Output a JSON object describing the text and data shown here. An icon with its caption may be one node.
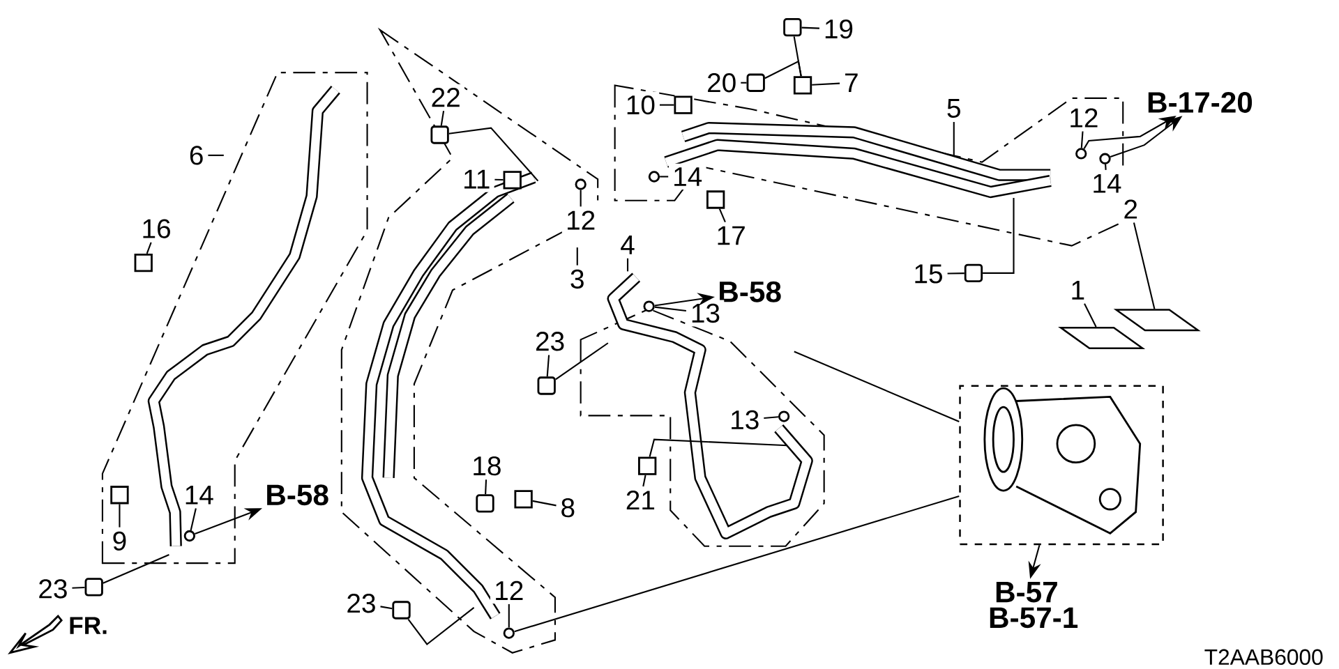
{
  "diagram": {
    "nodes": [
      {
        "text": [
          "6"
        ]
      },
      {
        "text": [
          "16"
        ]
      },
      {
        "text": [
          "22"
        ]
      },
      {
        "text": [
          "11"
        ]
      },
      {
        "text": [
          "12"
        ]
      },
      {
        "text": [
          "3"
        ]
      },
      {
        "text": [
          "10"
        ]
      },
      {
        "text": [
          "14"
        ]
      },
      {
        "text": [
          "20"
        ]
      },
      {
        "text": [
          "19"
        ]
      },
      {
        "text": [
          "7"
        ]
      },
      {
        "text": [
          "5"
        ]
      },
      {
        "text": [
          "17"
        ]
      },
      {
        "text": [
          "12"
        ]
      },
      {
        "text": [
          "14"
        ]
      },
      {
        "text": [
          "15"
        ]
      },
      {
        "text": [
          "B-17-20"
        ]
      },
      {
        "text": [
          "4"
        ]
      },
      {
        "text": [
          "B-58"
        ]
      },
      {
        "text": [
          "23"
        ]
      },
      {
        "text": [
          "13"
        ]
      },
      {
        "text": [
          "13"
        ]
      },
      {
        "text": [
          "21"
        ]
      },
      {
        "text": [
          "18"
        ]
      },
      {
        "text": [
          "8"
        ]
      },
      {
        "text": [
          "14"
        ]
      },
      {
        "text": [
          "B-58"
        ]
      },
      {
        "text": [
          "9"
        ]
      },
      {
        "text": [
          "23"
        ]
      },
      {
        "text": [
          "23"
        ]
      },
      {
        "text": [
          "12"
        ]
      },
      {
        "text": [
          "2"
        ]
      },
      {
        "text": [
          "1"
        ]
      },
      {
        "text": [
          "B-57"
        ]
      },
      {
        "text": [
          "B-57-1"
        ]
      },
      {
        "text": [],
        "shape": "box"
      },
      {
        "text": [],
        "shape": "bolt"
      },
      {
        "text": [],
        "shape": "box"
      },
      {
        "text": [],
        "shape": "circle"
      },
      {
        "text": [],
        "shape": "box"
      },
      {
        "text": [],
        "shape": "circle"
      },
      {
        "text": [],
        "shape": "bolt"
      },
      {
        "text": [],
        "shape": "bolt"
      },
      {
        "text": [],
        "shape": "box"
      },
      {
        "text": [],
        "shape": "box"
      },
      {
        "text": [],
        "shape": "circle"
      },
      {
        "text": [],
        "shape": "circle"
      },
      {
        "text": [],
        "shape": "bolt"
      },
      {
        "text": [],
        "shape": "circle"
      },
      {
        "text": [],
        "shape": "bolt"
      },
      {
        "text": [],
        "shape": "circle"
      },
      {
        "text": [],
        "shape": "box"
      },
      {
        "text": [],
        "shape": "bolt"
      },
      {
        "text": [],
        "shape": "box"
      },
      {
        "text": [],
        "shape": "circle"
      },
      {
        "text": [],
        "shape": "box"
      },
      {
        "text": [],
        "shape": "bolt"
      },
      {
        "text": [],
        "shape": "bolt"
      },
      {
        "text": [],
        "shape": "circle"
      },
      {
        "text": [],
        "shape": "box"
      },
      {
        "text": [],
        "shape": "box"
      },
      {
        "text": [],
        "shape": "picture"
      }
    ],
    "edges": [
      {
        "from": 0,
        "to": null,
        "arrow": "none"
      },
      {
        "from": 1,
        "to": 35,
        "arrow": "none"
      },
      {
        "from": 2,
        "to": 36,
        "arrow": "none"
      },
      {
        "from": 3,
        "to": 37,
        "arrow": "none"
      },
      {
        "from": 4,
        "to": 38,
        "arrow": "none"
      },
      {
        "from": 5,
        "to": null,
        "arrow": "none"
      },
      {
        "from": 6,
        "to": 39,
        "arrow": "none"
      },
      {
        "from": 7,
        "to": 40,
        "arrow": "none"
      },
      {
        "from": 8,
        "to": 41,
        "arrow": "none"
      },
      {
        "from": 9,
        "to": 42,
        "arrow": "none"
      },
      {
        "from": 10,
        "to": 43,
        "arrow": "none"
      },
      {
        "from": 11,
        "to": null,
        "arrow": "none"
      },
      {
        "from": 12,
        "to": 44,
        "arrow": "none"
      },
      {
        "from": 13,
        "to": 45,
        "arrow": "none"
      },
      {
        "from": 14,
        "to": 46,
        "arrow": "none"
      },
      {
        "from": 15,
        "to": 47,
        "arrow": "none"
      },
      {
        "from": 17,
        "to": null,
        "arrow": "none"
      },
      {
        "from": 19,
        "to": 49,
        "arrow": "none"
      },
      {
        "from": 20,
        "to": 48,
        "arrow": "none"
      },
      {
        "from": 21,
        "to": 50,
        "arrow": "none"
      },
      {
        "from": 22,
        "to": 51,
        "arrow": "none"
      },
      {
        "from": 23,
        "to": 52,
        "arrow": "none"
      },
      {
        "from": 24,
        "to": 53,
        "arrow": "none"
      },
      {
        "from": 25,
        "to": 54,
        "arrow": "none"
      },
      {
        "from": 27,
        "to": 55,
        "arrow": "none"
      },
      {
        "from": 28,
        "to": 56,
        "arrow": "none"
      },
      {
        "from": 29,
        "to": 57,
        "arrow": "none"
      },
      {
        "from": 30,
        "to": 58,
        "arrow": "none"
      },
      {
        "from": 31,
        "to": 59,
        "arrow": "none"
      },
      {
        "from": 32,
        "to": 60,
        "arrow": "none"
      },
      {
        "from": 48,
        "to": 18,
        "arrow": "to"
      },
      {
        "from": 54,
        "to": 26,
        "arrow": "to"
      },
      {
        "from": 45,
        "to": 16,
        "arrow": "to"
      },
      {
        "from": 61,
        "to": 33,
        "arrow": "to"
      },
      {
        "from": 36,
        "to": null,
        "arrow": "none"
      },
      {
        "from": 56,
        "to": null,
        "arrow": "none"
      },
      {
        "from": 57,
        "to": null,
        "arrow": "none"
      },
      {
        "from": 49,
        "to": null,
        "arrow": "none"
      },
      {
        "from": 51,
        "to": null,
        "arrow": "none"
      },
      {
        "from": 47,
        "to": null,
        "arrow": "none"
      },
      {
        "from": 61,
        "to": null,
        "arrow": "none"
      },
      {
        "from": 58,
        "to": 61,
        "arrow": "none"
      },
      {
        "from": 41,
        "to": 43,
        "arrow": "none"
      },
      {
        "from": 42,
        "to": 43,
        "arrow": "none"
      },
      {
        "from": 46,
        "to": 16,
        "arrow": "to"
      }
    ],
    "labels": [
      "FR.",
      "T2AAB6000"
    ]
  }
}
